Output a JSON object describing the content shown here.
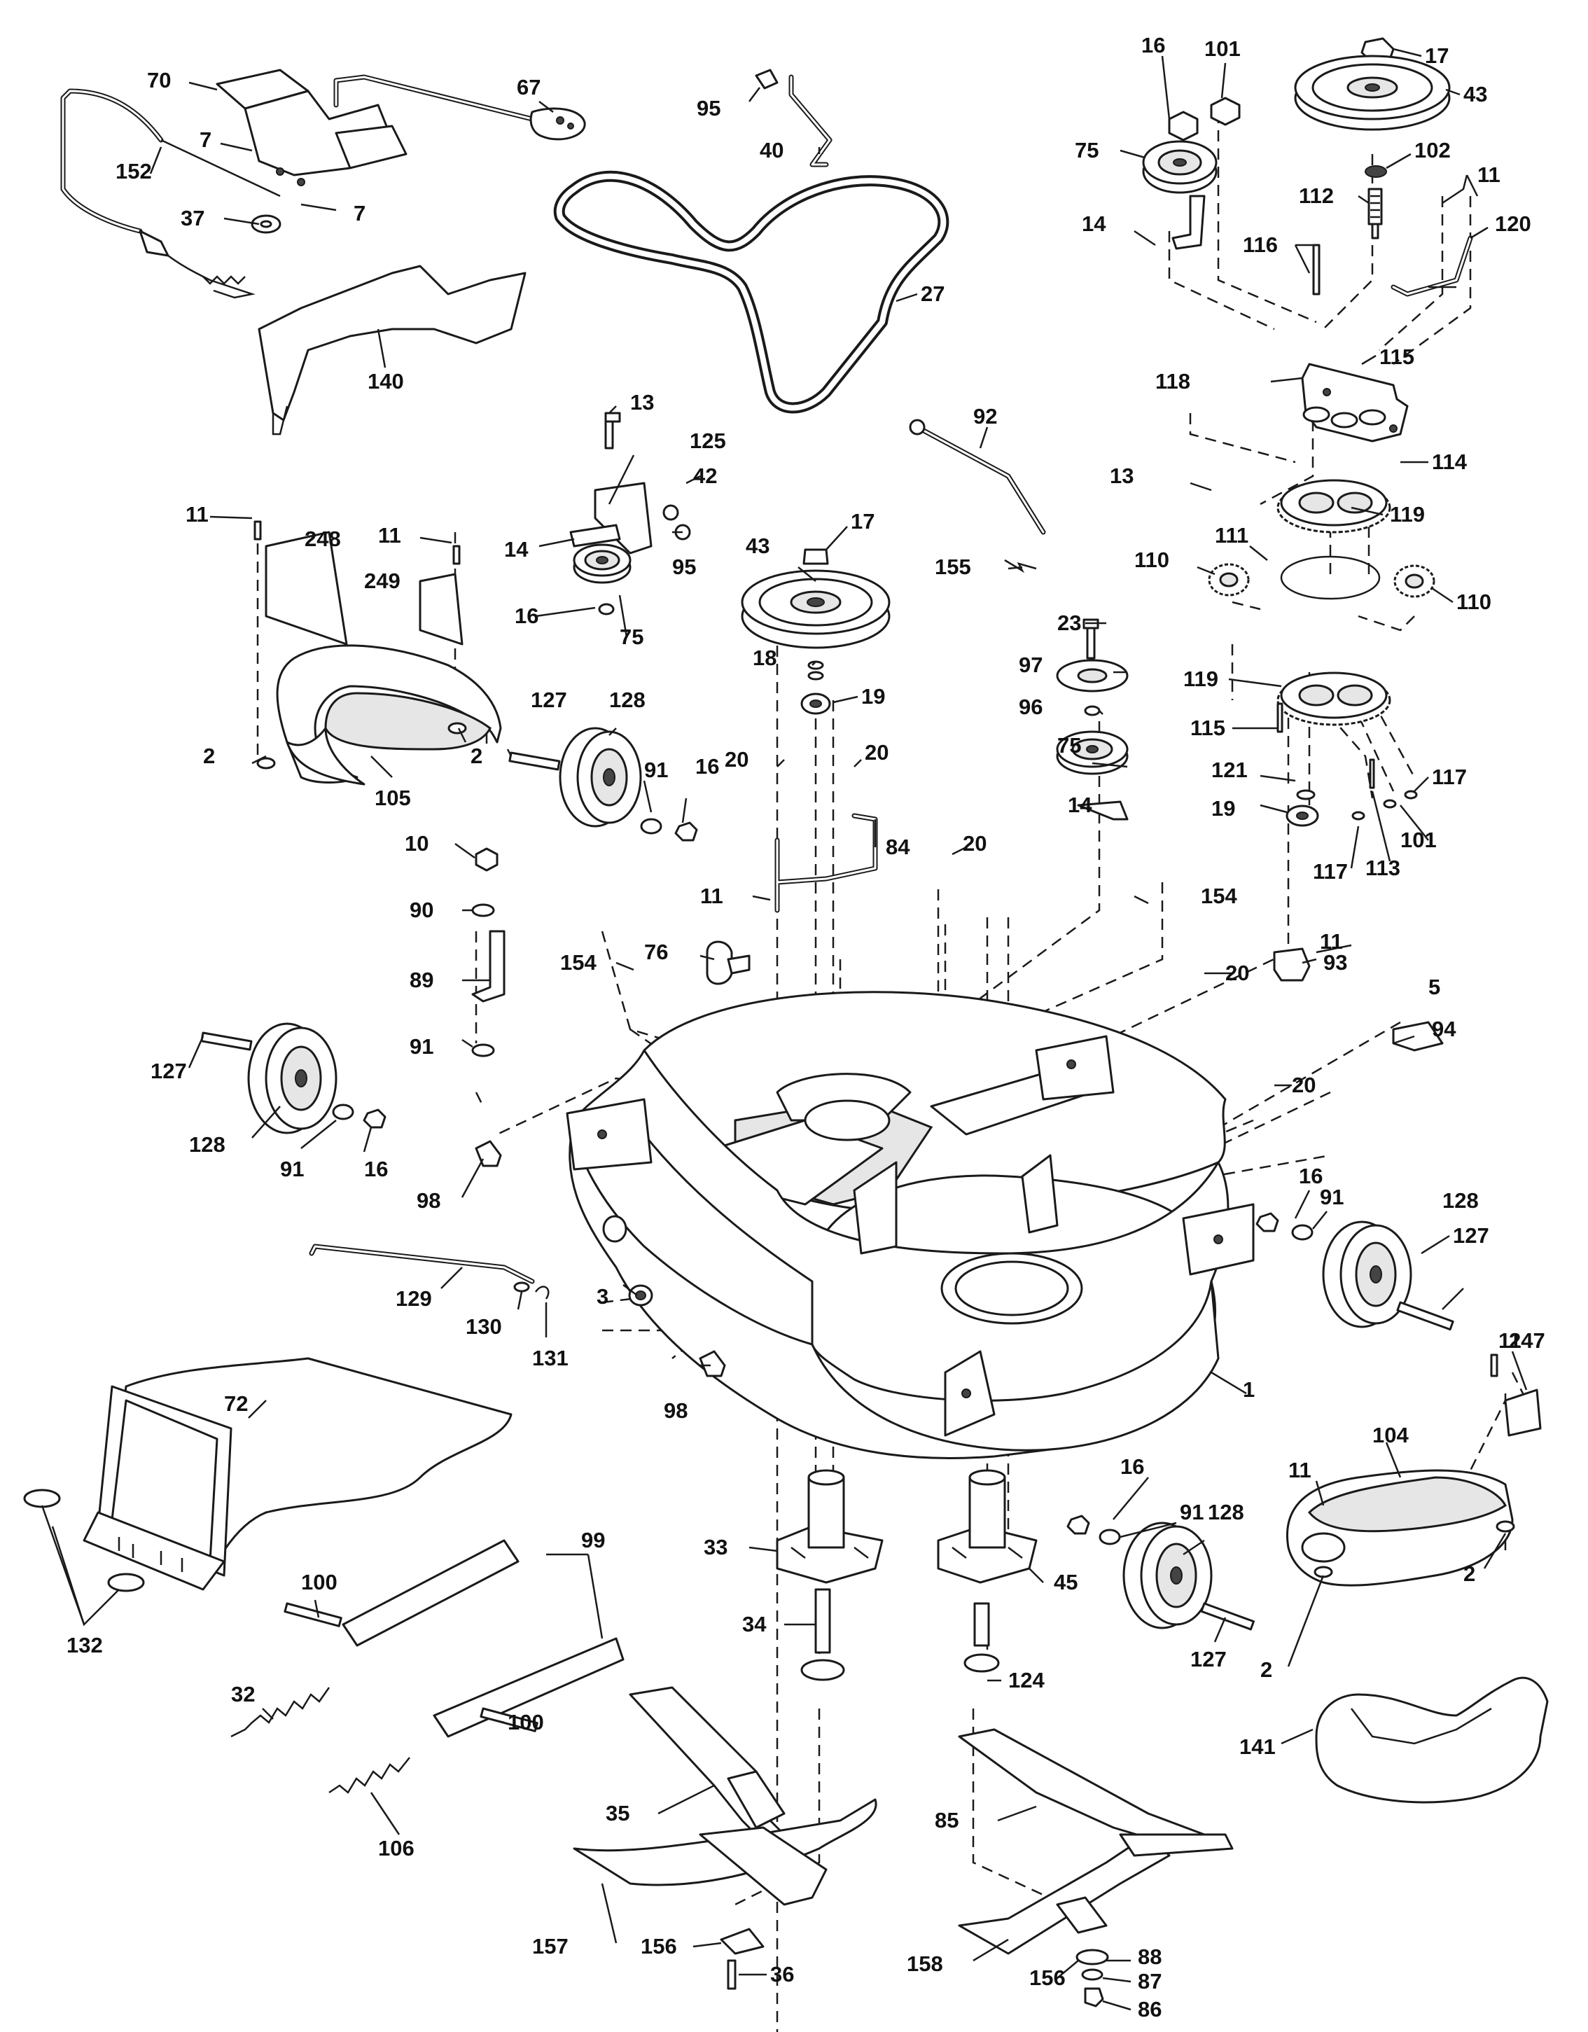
{
  "parts": {
    "p1": "1",
    "p2": "2",
    "p3": "3",
    "p5": "5",
    "p7": "7",
    "p10": "10",
    "p11": "11",
    "p13": "13",
    "p14": "14",
    "p16": "16",
    "p17": "17",
    "p18": "18",
    "p19": "19",
    "p20": "20",
    "p23": "23",
    "p27": "27",
    "p32": "32",
    "p33": "33",
    "p34": "34",
    "p35": "35",
    "p36": "36",
    "p37": "37",
    "p40": "40",
    "p42": "42",
    "p43": "43",
    "p45": "45",
    "p67": "67",
    "p70": "70",
    "p72": "72",
    "p75": "75",
    "p76": "76",
    "p84": "84",
    "p85": "85",
    "p86": "86",
    "p87": "87",
    "p88": "88",
    "p89": "89",
    "p90": "90",
    "p91": "91",
    "p92": "92",
    "p93": "93",
    "p94": "94",
    "p95": "95",
    "p96": "96",
    "p97": "97",
    "p98": "98",
    "p99": "99",
    "p100": "100",
    "p101": "101",
    "p102": "102",
    "p104": "104",
    "p105": "105",
    "p106": "106",
    "p110": "110",
    "p111": "111",
    "p112": "112",
    "p113": "113",
    "p114": "114",
    "p115": "115",
    "p116": "116",
    "p117": "117",
    "p118": "118",
    "p119": "119",
    "p120": "120",
    "p121": "121",
    "p124": "124",
    "p125": "125",
    "p127": "127",
    "p128": "128",
    "p129": "129",
    "p130": "130",
    "p131": "131",
    "p132": "132",
    "p140": "140",
    "p141": "141",
    "p152": "152",
    "p154": "154",
    "p155": "155",
    "p156": "156",
    "p157": "157",
    "p158": "158",
    "p247": "247",
    "p248": "248",
    "p249": "249"
  }
}
